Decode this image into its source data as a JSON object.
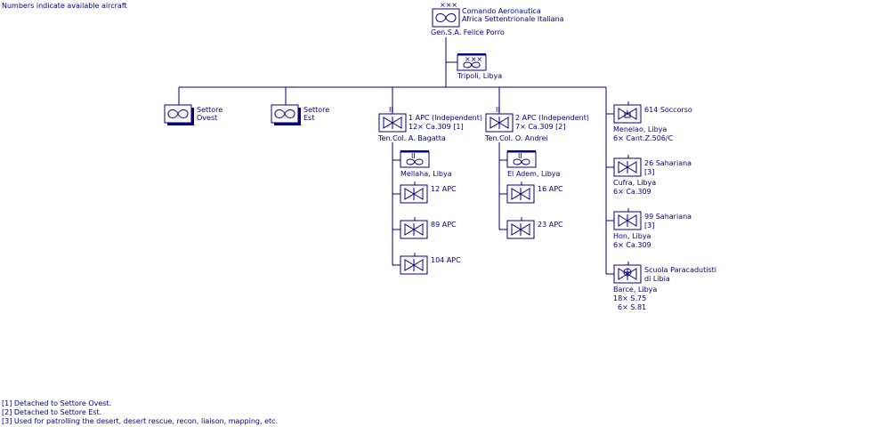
{
  "header_note": "Numbers indicate available aircraft",
  "command": {
    "rank_marks": "×××",
    "name_line1": "Comando Aeronautica",
    "name_line2": "Africa Settentrionale Italiana",
    "commander": "Gen.S.A.  Felice Porro"
  },
  "hq": {
    "rank_marks": "×××",
    "location": "Tripoli, Libya"
  },
  "sector_west": {
    "line1": "Settore",
    "line2": "Ovest"
  },
  "sector_east": {
    "line1": "Settore",
    "line2": "Est"
  },
  "apc1": {
    "rank_marks": "II",
    "line1": "1 APC (Independent)",
    "line2": "12× Ca.309  [1]",
    "commander": "Ten.Col.  A. Bagatta",
    "hq_marks": "II",
    "hq_location": "Mellaha, Libya",
    "squadrons": [
      {
        "label": "12 APC"
      },
      {
        "label": "89 APC"
      },
      {
        "label": "104 APC"
      }
    ]
  },
  "apc2": {
    "rank_marks": "II",
    "line1": "2 APC (Independent)",
    "line2": "7× Ca.309  [2]",
    "commander": "Ten.Col.  O. Andrei",
    "hq_marks": "II",
    "hq_location": "El Adem, Libya",
    "squadrons": [
      {
        "label": "16 APC"
      },
      {
        "label": "23 APC"
      }
    ]
  },
  "independents": {
    "soccorso": {
      "label": "614 Soccorso",
      "location": "Menelao, Libya",
      "aircraft": "6× Cant.Z.506/C"
    },
    "sahariana26": {
      "label_line1": "26 Sahariana",
      "label_line2": "[3]",
      "location": "Cufra, Libya",
      "aircraft": "6× Ca.309"
    },
    "sahariana99": {
      "label_line1": "99 Sahariana",
      "label_line2": "[3]",
      "location": "Hon, Libya",
      "aircraft": "6× Ca.309"
    },
    "paracadutisti": {
      "label_line1": "Scuola Paracadutisti",
      "label_line2": "di Libia",
      "location": "Barce, Libya",
      "aircraft1": "18× S.75",
      "aircraft2": "6× S.81"
    }
  },
  "footnotes": [
    "[1] Detached to Settore Ovest.",
    "[2] Detached to Settore Est.",
    "[3] Used for patrolling the desert, desert rescue, recon, liaison, mapping, etc."
  ],
  "colors": {
    "ink": "#000080",
    "background": "#ffffff"
  },
  "icons": {
    "wing": "infinity-wing-icon",
    "propeller": "propeller-icon",
    "seaplane": "seaplane-icon",
    "parachute": "parachute-icon"
  }
}
